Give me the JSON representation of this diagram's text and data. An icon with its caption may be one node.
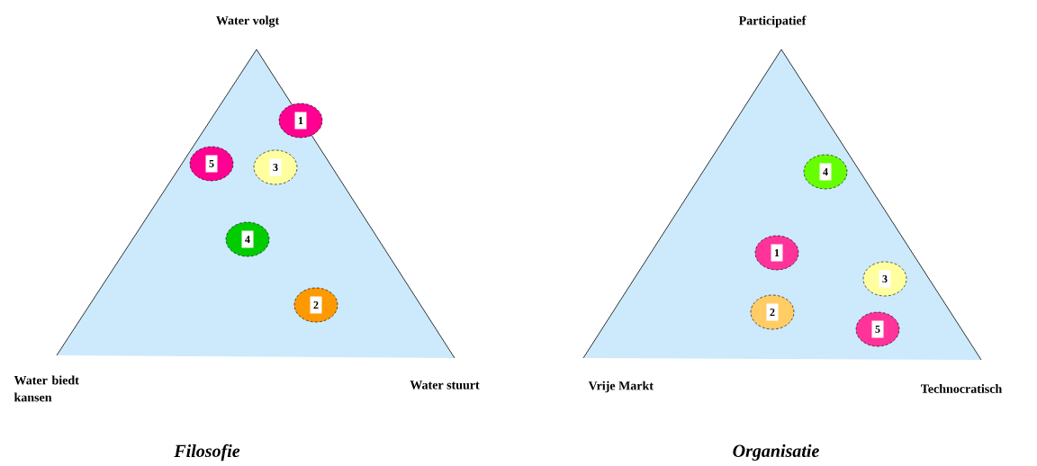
{
  "diagram": {
    "nodes": [
      {
        "text": [],
        "shape": "triangle"
      },
      {
        "text": [
          "1"
        ],
        "in": 0
      },
      {
        "text": [
          "5"
        ],
        "in": 0
      },
      {
        "text": [
          "3"
        ],
        "in": 0
      },
      {
        "text": [
          "4"
        ],
        "in": 0
      },
      {
        "text": [
          "2"
        ],
        "in": 0
      },
      {
        "text": [],
        "shape": "triangle"
      },
      {
        "text": [
          "4"
        ],
        "in": 6
      },
      {
        "text": [
          "1"
        ],
        "in": 6
      },
      {
        "text": [
          "3"
        ],
        "in": 6
      },
      {
        "text": [
          "2"
        ],
        "in": 6
      },
      {
        "text": [
          "5"
        ],
        "in": 6
      }
    ],
    "edges": [],
    "labels": [
      "Water volgt",
      "Participatief",
      "Water biedt kansen",
      "Water stuurt",
      "Vrije Markt",
      "Technocratisch",
      "Filosofie",
      "Organisatie"
    ]
  }
}
